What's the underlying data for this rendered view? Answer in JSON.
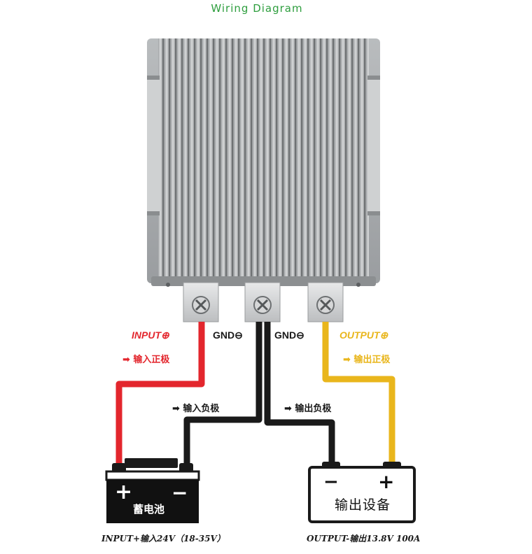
{
  "title": "Wiring Diagram",
  "colors": {
    "title": "#2e9e3e",
    "input_positive": "#e3262d",
    "output_positive": "#e9b61c",
    "ground": "#1a1a1a",
    "housing": "#a9acae"
  },
  "terminals": {
    "input_label": "INPUT⊕",
    "input_cn": "➡ 输入正极",
    "gnd_left_label": "GND⊖",
    "gnd_right_label": "GND⊖",
    "output_label": "OUTPUT⊕",
    "output_cn": "➡ 输出正极",
    "neg_in_cn": "➡ 输入负极",
    "neg_out_cn": "➡ 输出负极"
  },
  "battery": {
    "plus": "+",
    "minus": "−",
    "label": "蓄电池"
  },
  "load": {
    "minus": "−",
    "plus": "+",
    "label": "输出设备"
  },
  "captions": {
    "input": "INPUT+输入24V（18-35V）",
    "output": "OUTPUT-输出13.8V 100A"
  },
  "icons": [
    "screw-terminal-icon",
    "arrow-right-icon"
  ]
}
